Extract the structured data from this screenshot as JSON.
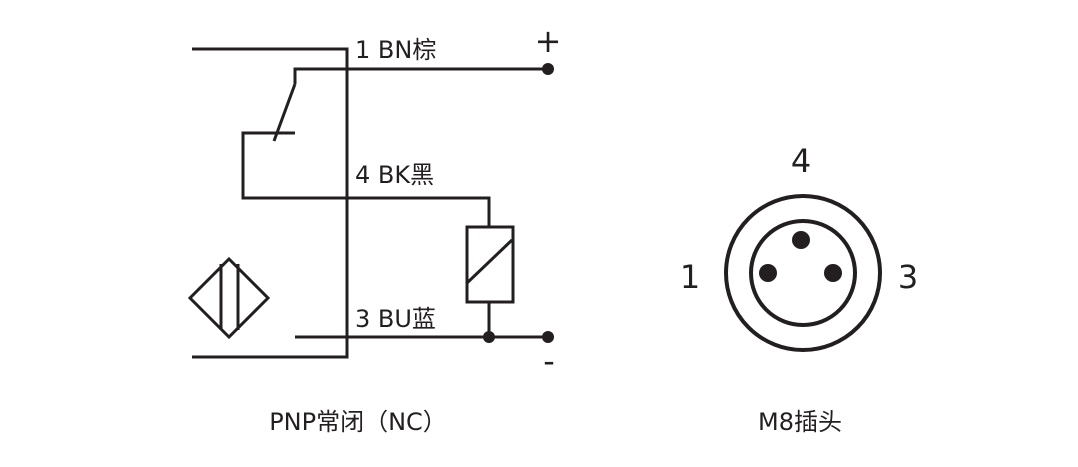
{
  "wiring": {
    "wire1": "1 BN棕",
    "wire4": "4 BK黑",
    "wire3": "3 BU蓝",
    "plus": "+",
    "minus": "-",
    "caption": "PNP常闭（NC）"
  },
  "connector": {
    "pin4": "4",
    "pin1": "1",
    "pin3": "3",
    "caption": "M8插头"
  },
  "colors": {
    "line": "#231f20"
  }
}
